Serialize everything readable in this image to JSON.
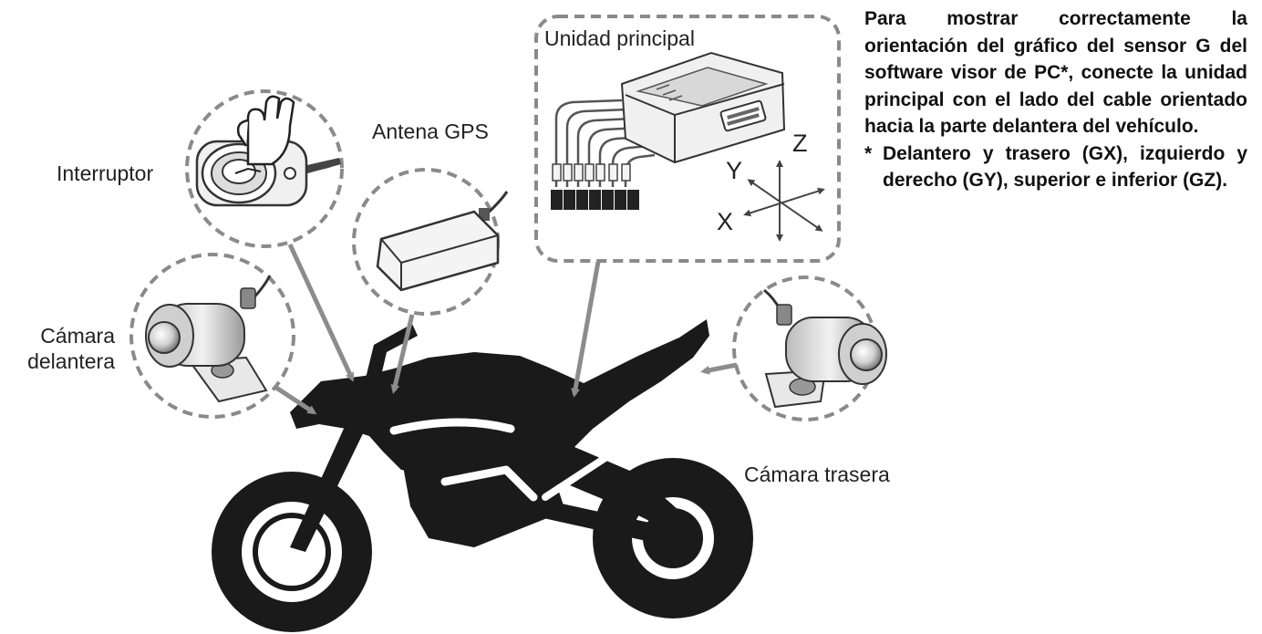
{
  "labels": {
    "switch": "Interruptor",
    "gps_antenna": "Antena GPS",
    "main_unit": "Unidad principal",
    "front_camera": "Cámara\ndelantera",
    "rear_camera": "Cámara trasera"
  },
  "axes": {
    "z": "Z",
    "y": "Y",
    "x": "X"
  },
  "note": {
    "paragraph": "Para mostrar correctamente la orientación del gráfico del sensor G del software visor de PC*, conecte la unidad principal con el lado del cable orientado hacia la parte delantera del vehículo.",
    "footnote_mark": "*",
    "footnote": "Delantero y trasero (GX), izquierdo y derecho (GY), superior e inferior (GZ)."
  },
  "colors": {
    "silhouette": "#1a1a1a",
    "dashed_circle": "#8a8a8a",
    "arrow": "#8c8c8c",
    "text": "#222222"
  },
  "icons": [
    "finger-press-icon",
    "gps-antenna-icon",
    "camera-icon",
    "main-unit-icon",
    "motorcycle-icon",
    "axes-icon"
  ]
}
